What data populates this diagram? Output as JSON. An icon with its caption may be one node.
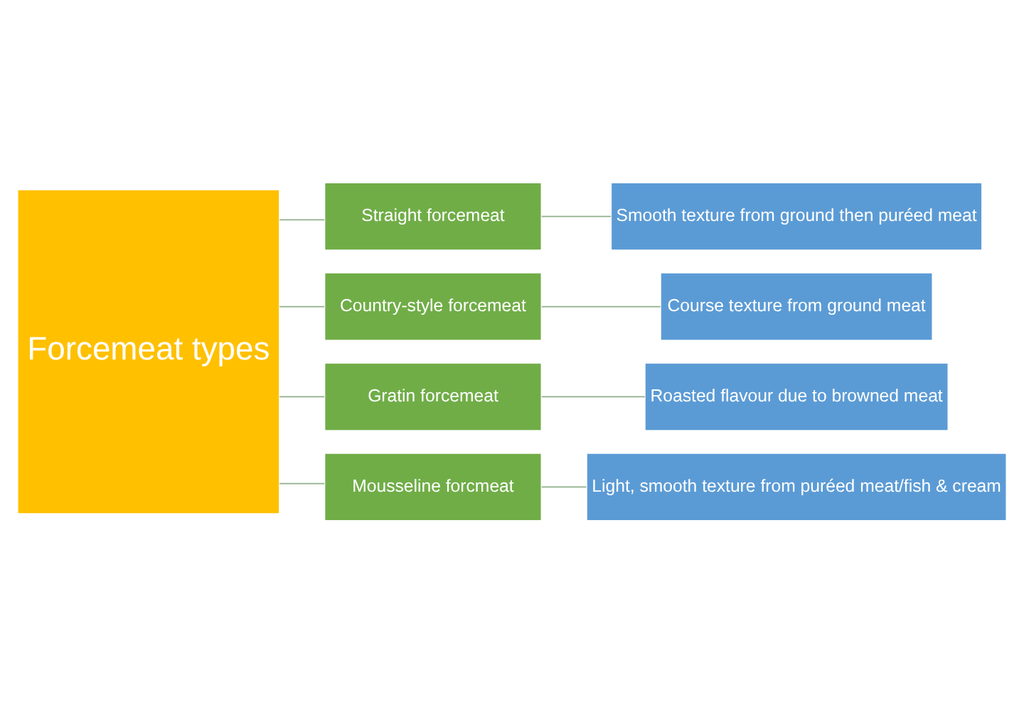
{
  "diagram": {
    "nodes": [
      {
        "text": [
          "Forcemeat types"
        ]
      },
      {
        "text": [
          "Straight forcemeat"
        ]
      },
      {
        "text": [
          "Smooth texture from ground then puréed meat"
        ]
      },
      {
        "text": [
          "Country-style forcemeat"
        ]
      },
      {
        "text": [
          "Course texture from ground meat"
        ]
      },
      {
        "text": [
          "Gratin forcemeat"
        ]
      },
      {
        "text": [
          "Roasted flavour due to browned meat"
        ]
      },
      {
        "text": [
          "Mousseline forcmeat"
        ]
      },
      {
        "text": [
          "Light, smooth texture from puréed meat/fish & cream"
        ]
      }
    ],
    "edges": [
      {
        "from": 0,
        "to": 1,
        "arrow": "none"
      },
      {
        "from": 0,
        "to": 3,
        "arrow": "none"
      },
      {
        "from": 0,
        "to": 5,
        "arrow": "none"
      },
      {
        "from": 0,
        "to": 7,
        "arrow": "none"
      },
      {
        "from": 1,
        "to": 2,
        "arrow": "none"
      },
      {
        "from": 3,
        "to": 4,
        "arrow": "none"
      },
      {
        "from": 5,
        "to": 6,
        "arrow": "none"
      },
      {
        "from": 7,
        "to": 8,
        "arrow": "none"
      }
    ]
  }
}
